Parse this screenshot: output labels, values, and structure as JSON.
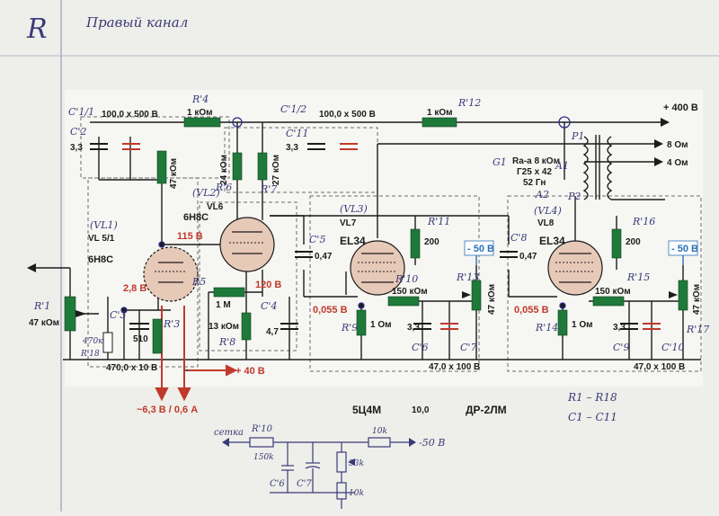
{
  "sheet": {
    "corner_letter": "R",
    "heading": "Правый канал",
    "summary_1": "R1 – R18",
    "summary_2": "C1 – C11"
  },
  "rails": {
    "b_plus": "+ 400 В",
    "plus_40": "+ 40 В",
    "neg_bias": "- 50 В",
    "heater": "~6,3 В / 0,6 А"
  },
  "tubes": {
    "vl5_id": "VL 5/1",
    "vl5_hand": "(VL1)",
    "vl5_type": "6Н8С",
    "vl5_anode_v": "115 В",
    "vl5_cathode_v": "2,8 В",
    "vl6_id": "VL6",
    "vl6_hand": "(VL2)",
    "vl6_type": "6Н8С",
    "vl6_cathode_v": "120 В",
    "vl7_id": "VL7",
    "vl7_hand": "(VL3)",
    "vl7_type": "EL34",
    "vl7_grid_v": "0,055 В",
    "vl8_id": "VL8",
    "vl8_hand": "(VL4)",
    "vl8_type": "EL34",
    "vl8_grid_v": "0,055 В"
  },
  "parts": {
    "c1_label": "C'1/1",
    "c1_value": "100,0 x 500 В",
    "c2_label": "C'2",
    "c2_value": "3,3",
    "r4_label": "R'4",
    "r4_value": "1 кОм",
    "c1b_label": "C'1/2",
    "c1b_value": "100,0 x 500 В",
    "c11_label": "C'11",
    "c11_value": "3,3",
    "r12_value": "1 кОм",
    "r12_label": "R'12",
    "r2_value": "47 кОм",
    "r6_value": "24 кОм",
    "r6_label": "R'6",
    "r7_value": "27 кОм",
    "r7_label": "R'7",
    "r1_label": "R'1",
    "r1_value": "47 кОм",
    "r18_value": "470к",
    "r18_label": "R'18",
    "c3_label": "C'3",
    "r3_value": "510",
    "r3_label": "R'3",
    "c1c_value": "470,0 x 10 В",
    "r5_label": "R5",
    "r5_value": "1 М",
    "r8_value": "13 кОм",
    "r8_label": "R'8",
    "c4_label": "C'4",
    "c4_value": "4,7",
    "c5_label": "C'5",
    "c5_value": "0,47",
    "r11_label": "R'11",
    "r11_value": "200",
    "r10_label": "R'10",
    "r10_value": "150 кОм",
    "r9_value": "1 Ом",
    "r9_label": "R'9",
    "c6_value": "3,3",
    "c6_label": "C'6",
    "c7_label": "C'7",
    "r13_label": "R'13",
    "r13_value": "47 кОм",
    "c67_value": "47,0 x 100 В",
    "c8_label": "C'8",
    "c8_value": "0,47",
    "r16_label": "R'16",
    "r16_value": "200",
    "r15_label": "R'15",
    "r15_value": "150 кОм",
    "r14_value": "1 Ом",
    "r14_label": "R'14",
    "c9_value": "3,3",
    "c9_label": "C'9",
    "c10_label": "C'10",
    "r17_label": "R'17",
    "r17_value": "47 кОм",
    "c910_value": "47,0 x 100 В"
  },
  "transformer": {
    "spec_1": "Ra-a 8 кОм",
    "spec_2": "Г25 x 42",
    "spec_3": "52 Гн",
    "out_8": "8 Ом",
    "out_4": "4 Ом",
    "pin_p1": "P1",
    "pin_p2": "P2",
    "pin_a1": "A1",
    "pin_a2": "A2",
    "pin_b1": "G1"
  },
  "bottom": {
    "rectifier": "5Ц4М",
    "filter_cap": "10,0",
    "choke": "ДР-2ЛМ"
  },
  "sketch": {
    "grid_word": "сетка",
    "r10": "R'10",
    "r10_val": "150k",
    "top_res": "10k",
    "neg_out": "-50 В",
    "c6": "C'6",
    "c7": "C'7",
    "pot": "33k",
    "bottom_res": "10k"
  },
  "colors": {
    "ink": "#1c1c1c",
    "resistor_green": "#1f7a3a",
    "label_red": "#c0392b",
    "label_blue": "#2c72b8",
    "hand_ink": "#3a3a78",
    "paper": "#eeeeea"
  }
}
